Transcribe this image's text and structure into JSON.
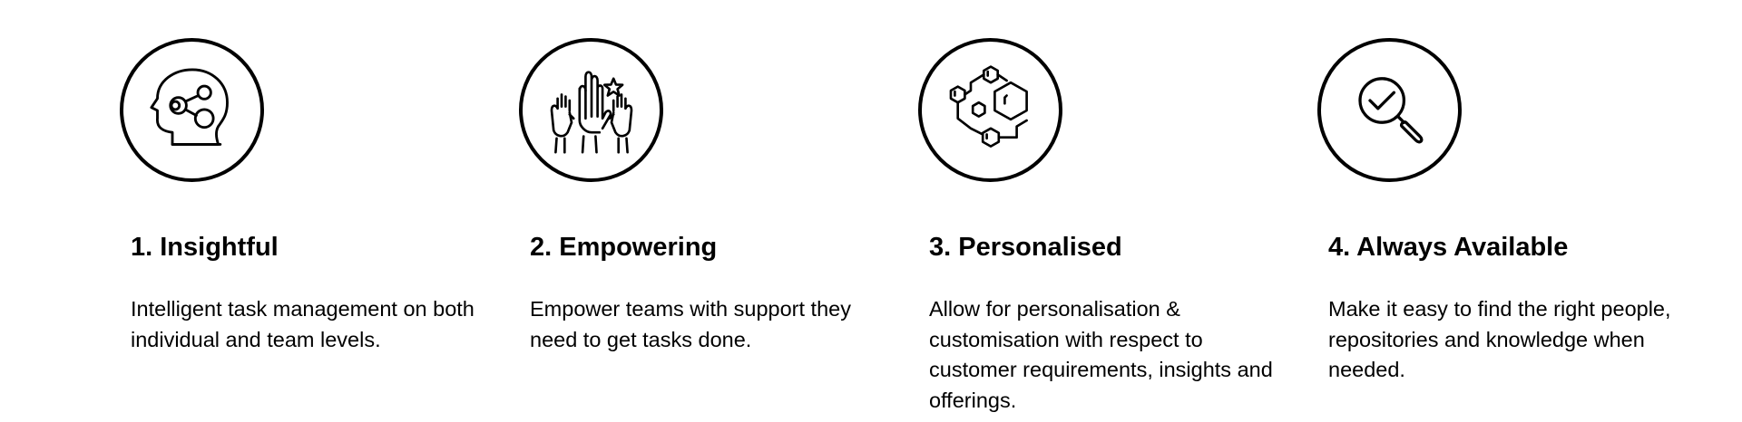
{
  "features": [
    {
      "title": "1. Insightful",
      "description": "Intelligent task management on both individual and team levels.",
      "icon": "head-network-icon"
    },
    {
      "title": "2. Empowering",
      "description": "Empower teams with support they need to get tasks done.",
      "icon": "raised-hands-star-icon"
    },
    {
      "title": "3. Personalised",
      "description": "Allow for personalisation & customisation with respect to customer requirements, insights and offerings.",
      "icon": "hexagon-network-icon"
    },
    {
      "title": "4. Always Available",
      "description": "Make it easy to find the right people, repositories and knowledge when needed.",
      "icon": "magnifier-check-icon"
    }
  ]
}
